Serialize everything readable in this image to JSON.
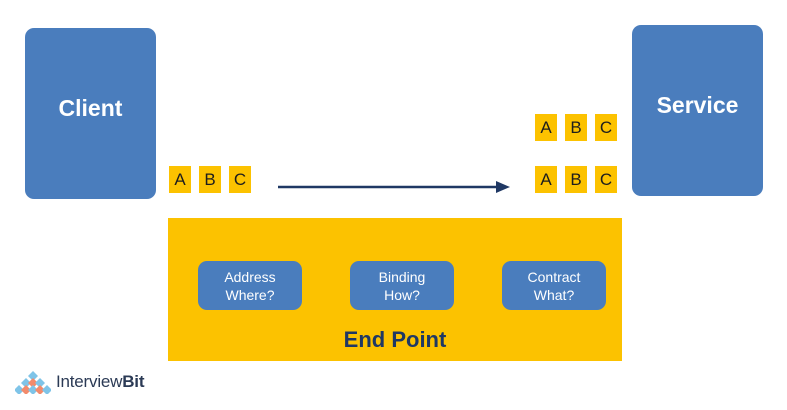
{
  "client": {
    "label": "Client"
  },
  "service": {
    "label": "Service"
  },
  "message_letters": [
    "A",
    "B",
    "C"
  ],
  "endpoint": {
    "title": "End Point",
    "items": [
      {
        "line1": "Address",
        "line2": "Where?"
      },
      {
        "line1": "Binding",
        "line2": "How?"
      },
      {
        "line1": "Contract",
        "line2": "What?"
      }
    ]
  },
  "brand": {
    "name_part1": "Interview",
    "name_part2": "Bit"
  },
  "colors": {
    "node_blue": "#4a7dbd",
    "accent_yellow": "#fcc200",
    "arrow_navy": "#1f3864",
    "title_navy": "#1f3864"
  }
}
